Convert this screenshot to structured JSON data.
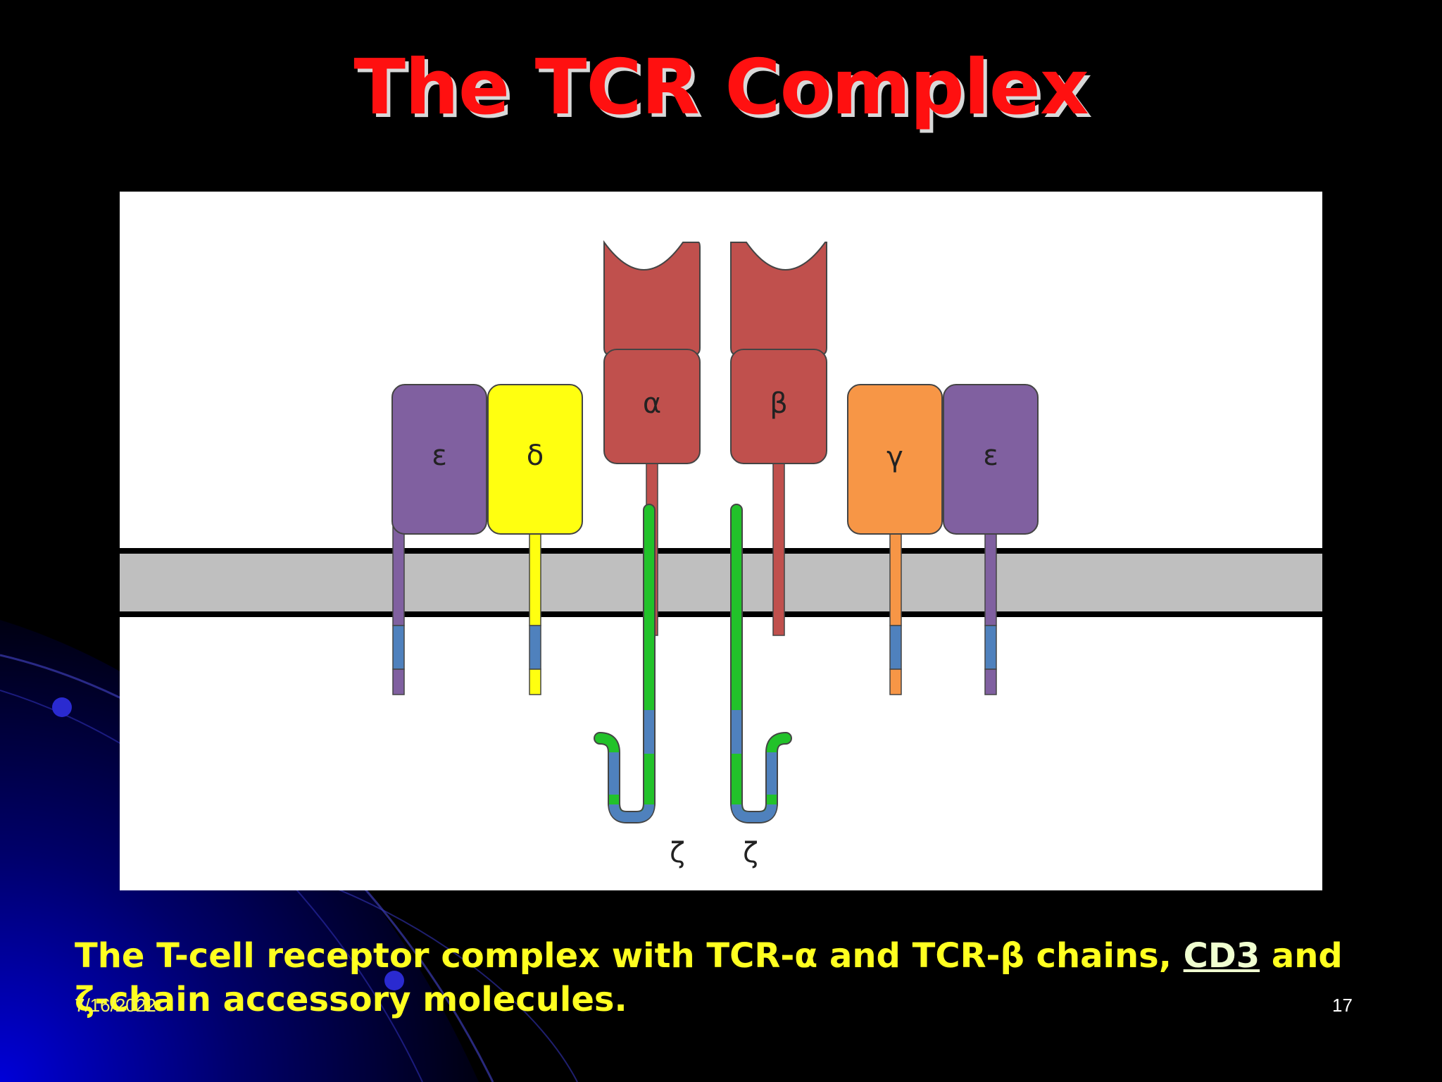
{
  "slide": {
    "title": "The TCR Complex",
    "caption": {
      "part1": "The T-cell receptor complex with TCR-α and TCR-β chains, ",
      "link": "CD3",
      "part2": " and ζ-chain accessory molecules."
    },
    "date": "7/16/2022",
    "page_number": "17"
  },
  "diagram": {
    "labels": {
      "epsilon_left": "ε",
      "delta": "δ",
      "alpha": "α",
      "beta": "β",
      "gamma": "γ",
      "epsilon_right": "ε",
      "zeta_left": "ζ",
      "zeta_right": "ζ"
    },
    "colors": {
      "epsilon": "#8060a0",
      "delta": "#ffff10",
      "tcr": "#c0504d",
      "gamma": "#f79646",
      "zeta": "#22c22a",
      "itam": "#4f81bd",
      "membrane": "#bfbfbf"
    }
  }
}
